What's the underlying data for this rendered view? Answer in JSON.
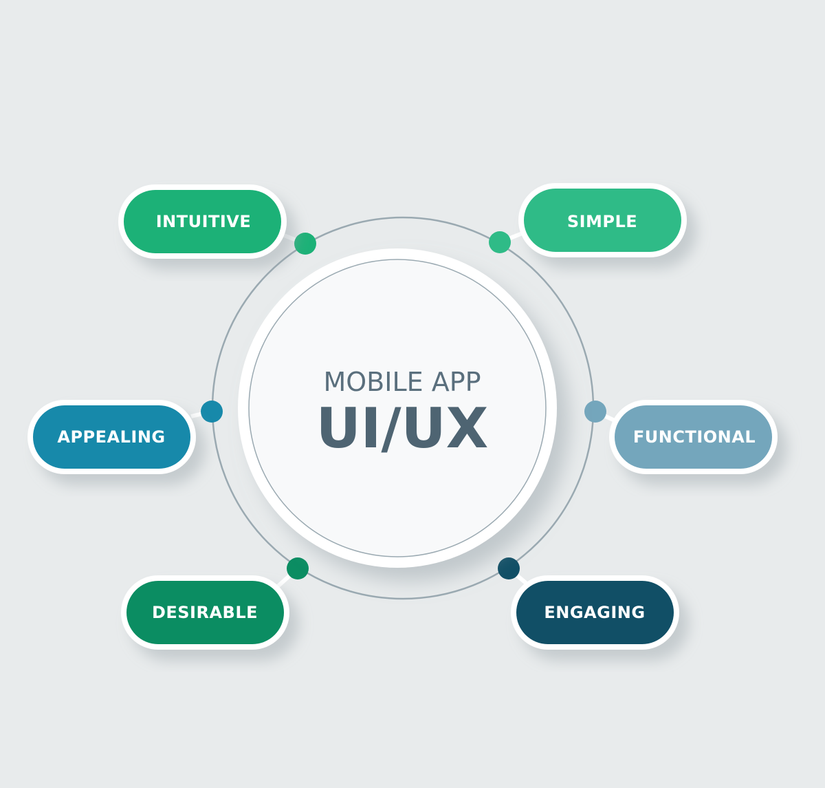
{
  "center": {
    "subtitle": "MOBILE APP",
    "title": "UI/UX"
  },
  "items": [
    {
      "id": "intuitive",
      "label": "INTUITIVE",
      "color": "#1cb177"
    },
    {
      "id": "simple",
      "label": "SIMPLE",
      "color": "#2fbb87"
    },
    {
      "id": "appealing",
      "label": "APPEALING",
      "color": "#1789aa"
    },
    {
      "id": "functional",
      "label": "FUNCTIONAL",
      "color": "#74a6bc"
    },
    {
      "id": "desirable",
      "label": "DESIRABLE",
      "color": "#0b8d62"
    },
    {
      "id": "engaging",
      "label": "ENGAGING",
      "color": "#114f66"
    }
  ],
  "colors": {
    "background": "#e8ebec",
    "ring": "#9aa9b1",
    "center_fill": "#f8f9fa",
    "text_dark": "#4e6472"
  }
}
